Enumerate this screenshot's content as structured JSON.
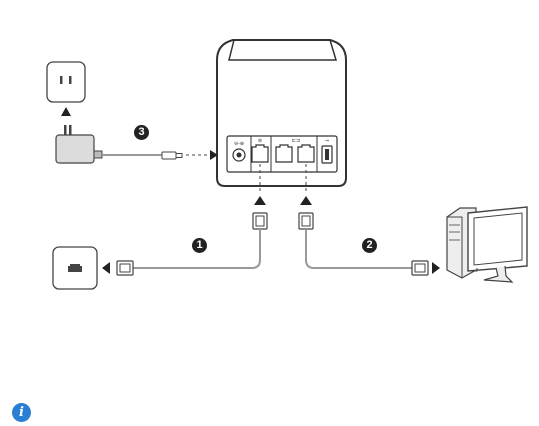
{
  "steps": {
    "one": "1",
    "two": "2",
    "three": "3"
  },
  "info": {
    "icon": "info-icon",
    "glyph": "i",
    "color": "#2a7fd4"
  },
  "icons": {
    "router": "router-icon",
    "power_outlet": "power-outlet-icon",
    "power_adapter": "power-adapter-icon",
    "wall_lan_jack": "wall-lan-jack-icon",
    "computer": "desktop-computer-icon",
    "ethernet_plug": "ethernet-plug-icon",
    "arrow": "arrow-icon"
  },
  "colors": {
    "stroke": "#333333",
    "cable": "#999999",
    "badge": "#222222"
  }
}
